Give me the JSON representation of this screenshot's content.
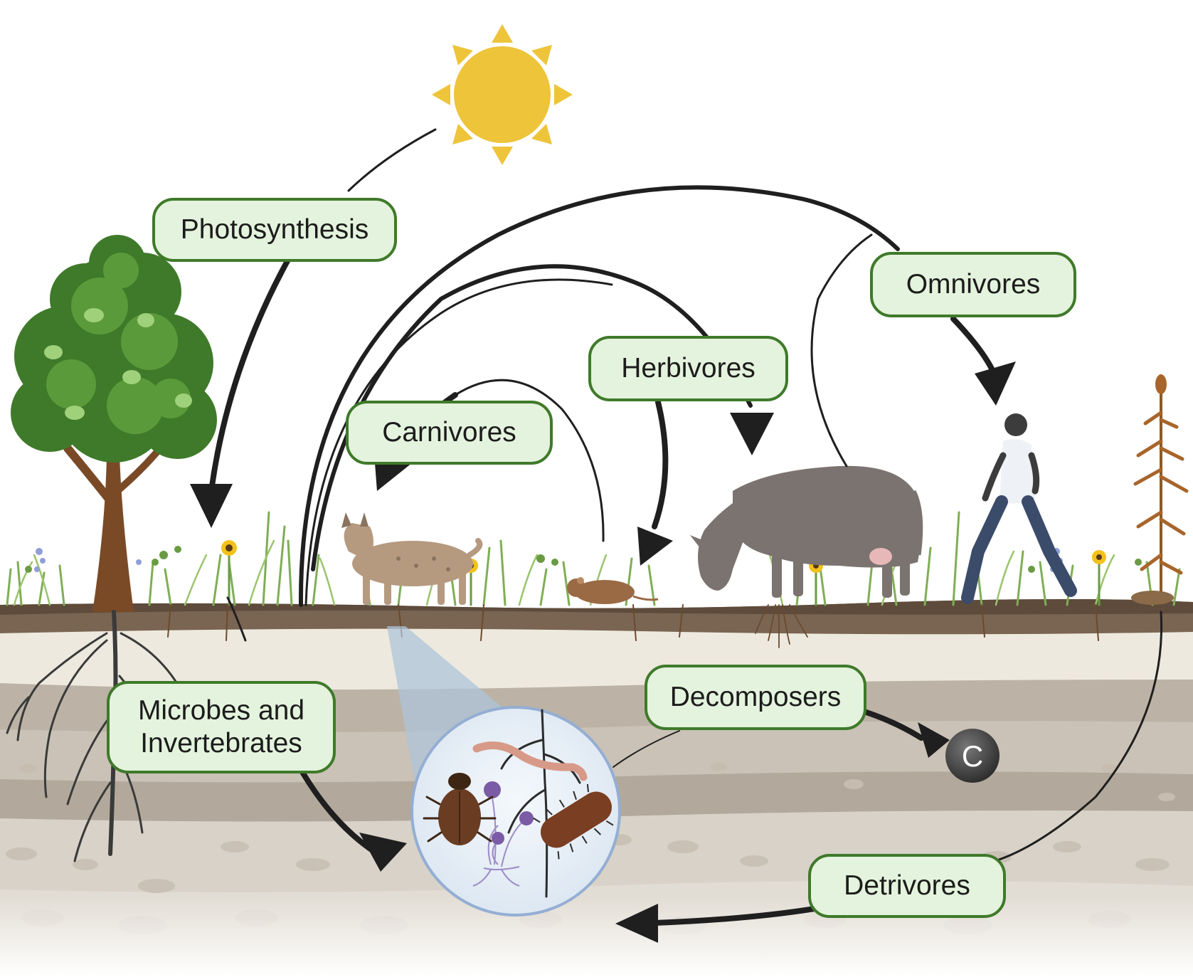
{
  "labels": {
    "photosynthesis": "Photosynthesis",
    "omnivores": "Omnivores",
    "herbivores": "Herbivores",
    "carnivores": "Carnivores",
    "microbes_line1": "Microbes and",
    "microbes_line2": "Invertebrates",
    "decomposers": "Decomposers",
    "detrivores": "Detrivores"
  },
  "carbon_symbol": "C",
  "colors": {
    "label_fill": "#e4f3dd",
    "label_border": "#3f7a2a",
    "arrow": "#1f1f1f",
    "sun": "#eec43a",
    "soil_top": "#ede9df",
    "soil_mid": "#bbb2a5",
    "soil_deep": "#d6cfc4"
  },
  "icons": [
    "sun-icon",
    "tree-icon",
    "lynx-icon",
    "rodent-icon",
    "cow-icon",
    "human-icon",
    "dead-plant-icon",
    "beetle-icon",
    "worm-icon",
    "fungi-icon",
    "bacteria-icon",
    "carbon-atom-icon"
  ]
}
